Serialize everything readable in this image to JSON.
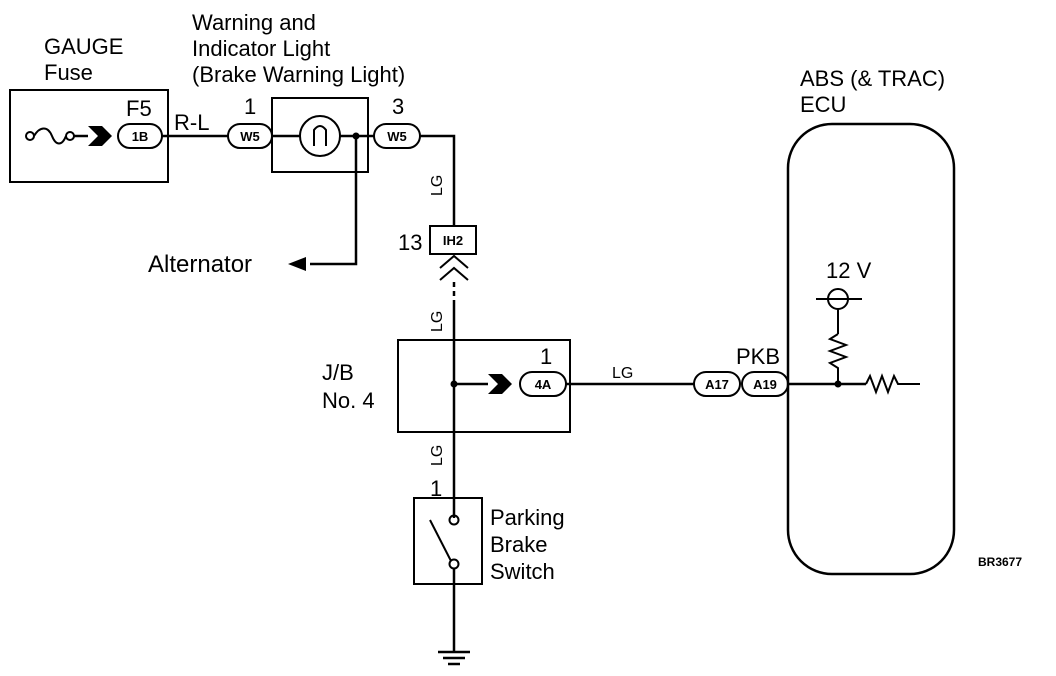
{
  "fuse": {
    "label_line1": "GAUGE",
    "label_line2": "Fuse",
    "pin_top": "F5",
    "connector": "1B",
    "wire": "R-L"
  },
  "warning_light": {
    "title_line1": "Warning and",
    "title_line2": "Indicator Light",
    "title_line3": "(Brake Warning Light)",
    "pin_left": "1",
    "conn_left": "W5",
    "pin_right": "3",
    "conn_right": "W5"
  },
  "alternator": {
    "label": "Alternator"
  },
  "ih2": {
    "pin": "13",
    "connector": "IH2",
    "wire_upper": "LG",
    "wire_lower": "LG"
  },
  "jb": {
    "label_line1": "J/B",
    "label_line2": "No. 4",
    "pin": "1",
    "connector": "4A",
    "wire_out": "LG",
    "wire_down": "LG"
  },
  "ecu": {
    "title_line1": "ABS (& TRAC)",
    "title_line2": "ECU",
    "voltage": "12 V",
    "terminal": "PKB",
    "conn_a": "A17",
    "conn_b": "A19"
  },
  "switch": {
    "pin": "1",
    "label_line1": "Parking",
    "label_line2": "Brake",
    "label_line3": "Switch"
  },
  "figure_code": "BR3677"
}
